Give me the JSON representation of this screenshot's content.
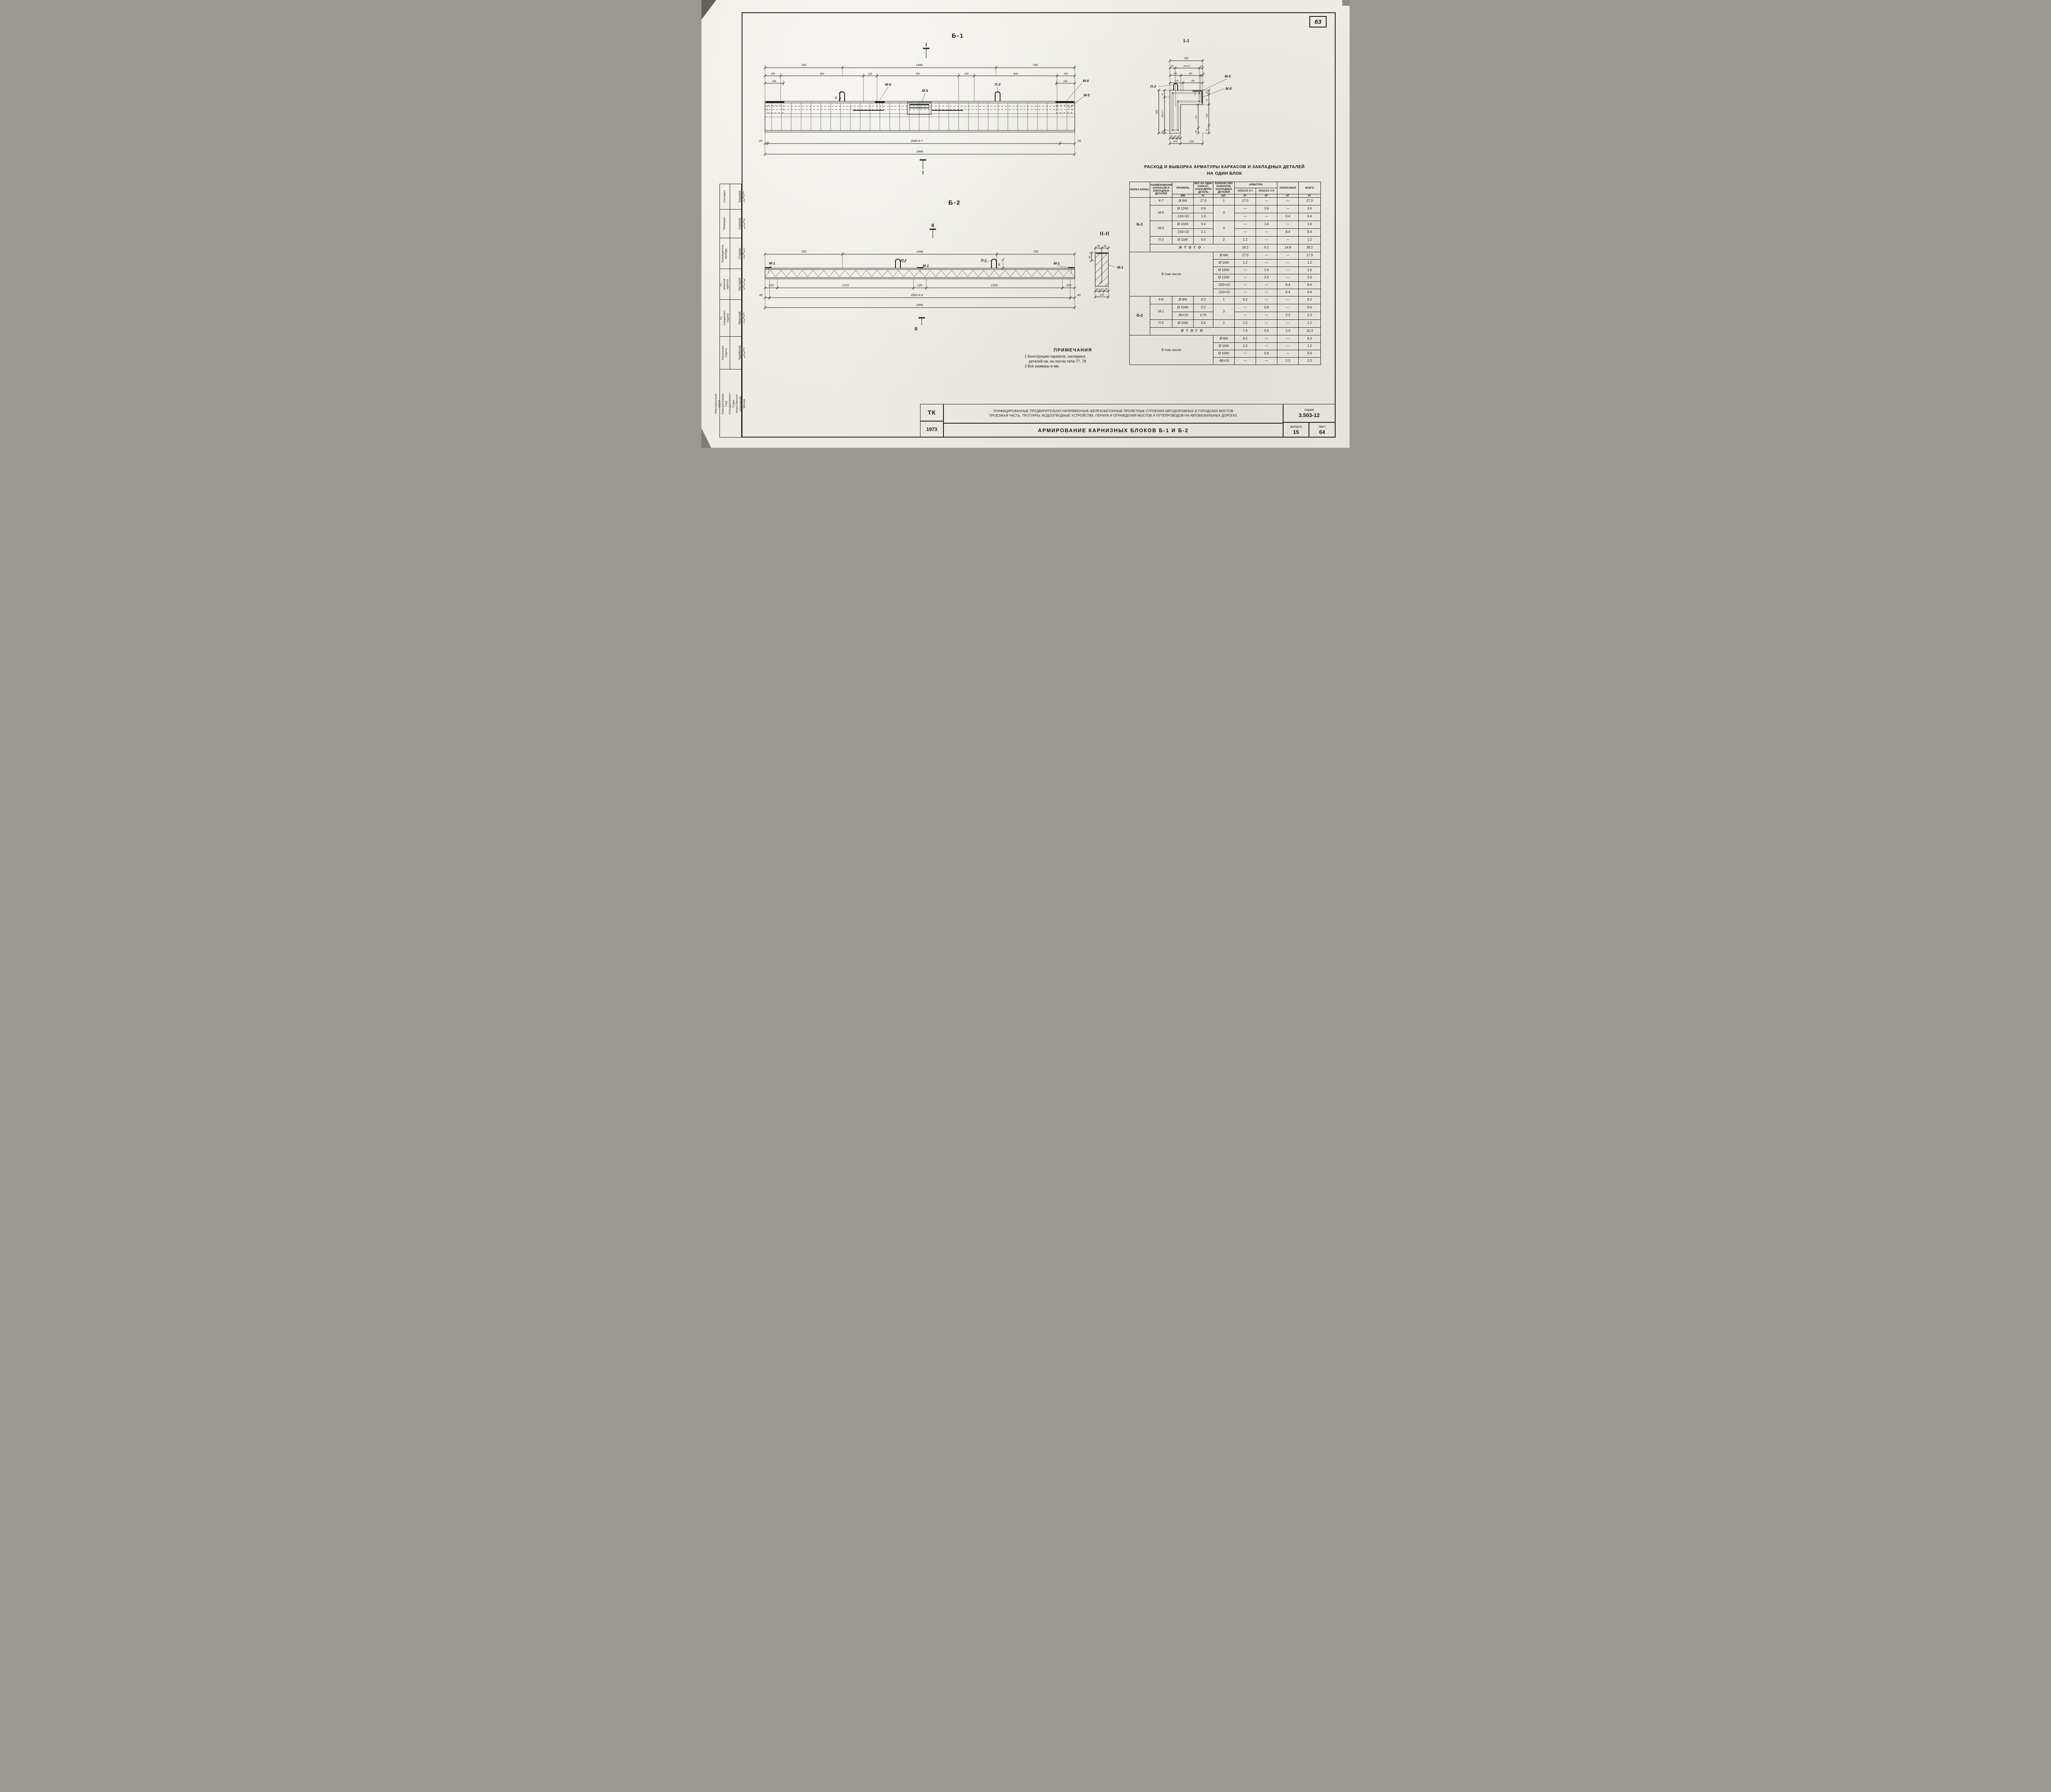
{
  "page": {
    "number": "63"
  },
  "stamp": {
    "rows": [
      {
        "role": "Составил",
        "name": "Борцова"
      },
      {
        "role": "Проверил",
        "name": "Соколов"
      },
      {
        "role": "Руководитель бригады",
        "name": "Старова"
      },
      {
        "role": "Гл. инженер проекта",
        "name": "Постовой"
      },
      {
        "role": "Гл. специалист отдела",
        "name": "Иванский"
      },
      {
        "role": "Начальник отдела",
        "name": "Чарийский"
      }
    ],
    "org_lines": [
      "Минтрансстрой СССР",
      "Главтранспроект",
      "ГПИ «Союздорпроект»",
      "Отдел искусственных сооружений, Москва"
    ]
  },
  "dwg": {
    "b1": {
      "title": "Б-1",
      "marker": "I",
      "t1": [
        "750",
        "1480",
        "750"
      ],
      "t2": [
        "150",
        "800",
        "130",
        "790",
        "150",
        "800",
        "150"
      ],
      "d180l": "180",
      "d180r": "180",
      "d80": "80",
      "m6": "М-6",
      "m5": "М-5",
      "p3": "П-3",
      "m6r": "М-6",
      "m5r": "М-5",
      "bot": [
        "25",
        "2940 К-7",
        "25"
      ],
      "total": "2990"
    },
    "s1": {
      "title": "I-I",
      "d300": "300",
      "t2": [
        "50",
        "240 К-7",
        "30"
      ],
      "t3": [
        "100",
        "180",
        "20"
      ],
      "t4": [
        "120",
        "180"
      ],
      "p3": "П-3",
      "m5a": "М-5",
      "m5b": "М-5",
      "l300": "300",
      "lt": [
        "50",
        "240 К-7",
        "30"
      ],
      "rt": [
        "30",
        "70",
        "150",
        "50"
      ],
      "d170": "170",
      "d50": "50",
      "bs": [
        "30",
        "40",
        "30"
      ],
      "bm": [
        "100",
        "200"
      ]
    },
    "b2": {
      "title": "Б-2",
      "marker": "II",
      "t1": [
        "750",
        "1490",
        "750"
      ],
      "m1a": "М-1",
      "p2a": "П-2",
      "m1b": "М-1",
      "p2b": "П-2",
      "m1c": "М-1",
      "d80": "80",
      "mid": [
        "120",
        "1315",
        "120",
        "1315",
        "120"
      ],
      "bot": [
        "45",
        "2900 К-8",
        "45"
      ],
      "total": "2990"
    },
    "s2": {
      "title": "II-II",
      "top": [
        "65",
        "65"
      ],
      "m1": "М-1",
      "d80": "80",
      "bs": [
        "44",
        "41",
        "45"
      ],
      "total": "130"
    }
  },
  "table": {
    "title1": "РАСХОД И ВЫБОРКА АРМАТУРЫ КАРКАСОВ И ЗАКЛАДНЫХ ДЕТАЛЕЙ",
    "title2": "НА ОДИН БЛОК",
    "h": {
      "marka": "МАРКА БЛОКА",
      "name": "НАИМЕНОВАНИЕ КАРКАСОВ И ЗАКЛАДНЫХ ДЕТАЛЕЙ",
      "profile": "ПРОФИЛЬ",
      "weight": "ВЕС НА ОДИН КАРКАС, ЗАКЛАДНУЮ ДЕТАЛЬ",
      "qty": "КОЛИЧЕСТВО КАРКАСОВ, ЗАКЛАДНЫХ ДЕТАЛЕЙ",
      "arm": "АРМАТУРА",
      "a1": "КЛАССА А-I",
      "a2": "КЛАССА А-II",
      "polos": "ПОЛОСОВАЯ",
      "vsego": "ВСЕГО",
      "mm": "ММ",
      "kg": "КГ",
      "sht": "ШТ."
    },
    "b1": {
      "mark": "Б-1",
      "r": [
        [
          "К-7",
          "Ø 8АI",
          "17.0",
          "1",
          "17.0",
          "—",
          "—",
          "17.0"
        ],
        [
          "М-5",
          "Ø 12АII",
          "0.9",
          "4",
          "—",
          "3.6",
          "—",
          "3.6"
        ],
        [
          "-110×10",
          "1.6",
          "—",
          "—",
          "6.4",
          "6.4"
        ],
        [
          "М-6",
          "Ø 10АII",
          "0.4",
          "4",
          "—",
          "1.6",
          "—",
          "1.6"
        ],
        [
          "-150×10",
          "2.1",
          "—",
          "—",
          "8.4",
          "8.4"
        ],
        [
          "П-3",
          "Ø 10АI",
          "0.6",
          "2",
          "1.2",
          "—",
          "—",
          "1.2"
        ]
      ],
      "itogo_label": "И Т О Г О ·",
      "itogo": [
        "18.2",
        "5.2",
        "14.8",
        "38.2"
      ],
      "incl_label": "В  том  числе",
      "incl": [
        [
          "Ø 8АI",
          "17.0",
          "—",
          "—",
          "17.0"
        ],
        [
          "Ø 10АI",
          "1.2",
          "—",
          "—",
          "1.2"
        ],
        [
          "Ø 10АII",
          "—",
          "1.6",
          "—",
          "1.6"
        ],
        [
          "Ø 12АII",
          "—",
          "3.6",
          "—",
          "3.6"
        ],
        [
          "-150×10",
          "—",
          "—",
          "8.4",
          "8.4"
        ],
        [
          "-110×10",
          "—",
          "—",
          "6.4",
          "6.4"
        ]
      ]
    },
    "b2": {
      "mark": "Б-2",
      "r": [
        [
          "К-8",
          "Ø 8АI",
          "6.2",
          "1",
          "6.2",
          "—",
          "—",
          "6.2"
        ],
        [
          "М-1",
          "Ø 10АII",
          "0.2",
          "3",
          "—",
          "0.6",
          "—",
          "0.6"
        ],
        [
          "-80×10",
          "0.75",
          "—",
          "—",
          "2.3",
          "2.3"
        ],
        [
          "П-2",
          "Ø 10АI",
          "0.6",
          "2",
          "1.2",
          "—",
          "—",
          "1.2"
        ]
      ],
      "itogo_label": "И Т О Г О",
      "itogo": [
        "7.4",
        "0.6",
        "2.3",
        "10.3"
      ],
      "incl_label": "В  том  числе",
      "incl": [
        [
          "Ø 8АI",
          "6.2",
          "—",
          "—",
          "6.2"
        ],
        [
          "Ø 10АI",
          "1.2",
          "—",
          "—",
          "1.2"
        ],
        [
          "Ø 10АII",
          "—",
          "0.6",
          "—",
          "0.6"
        ],
        [
          "-80×10",
          "—",
          "—",
          "2.3",
          "2.3"
        ]
      ]
    }
  },
  "notes": {
    "title": "ПРИМЕЧАНИЯ",
    "item1a": "1  Конструкцию каркасов, закладных",
    "item1b": "деталей см. на листах №№ 77, 78",
    "item2": "2  Все размеры в мм."
  },
  "tb": {
    "tk": "ТК",
    "year": "1973",
    "desc1": "УНИФИЦИРОВАННЫЕ ПРЕДВАРИТЕЛЬНО НАПРЯЖЕННЫЕ ЖЕЛЕЗОБЕТОННЫЕ ПРОЛЕТНЫЕ СТРОЕНИЯ АВТОДОРОЖНЫХ И ГОРОДСКИХ МОСТОВ",
    "desc2": "ПРОЕЗЖАЯ ЧАСТЬ, ТРОТУАРЫ, ВОДООТВОДНЫЕ УСТРОЙСТВА, ПЕРИЛА И ОГРАЖДЕНИЯ МОСТОВ И ПУТЕПРОВОДОВ НА АВТОМОБИЛЬНЫХ ДОРОГАХ",
    "name": "АРМИРОВАНИЕ  КАРНИЗНЫХ  БЛОКОВ  Б-1 И Б-2",
    "series_label": "серия",
    "series": "3.503-12",
    "issue_label": "выпуск",
    "issue": "15",
    "list_label": "лист",
    "list": "64"
  }
}
